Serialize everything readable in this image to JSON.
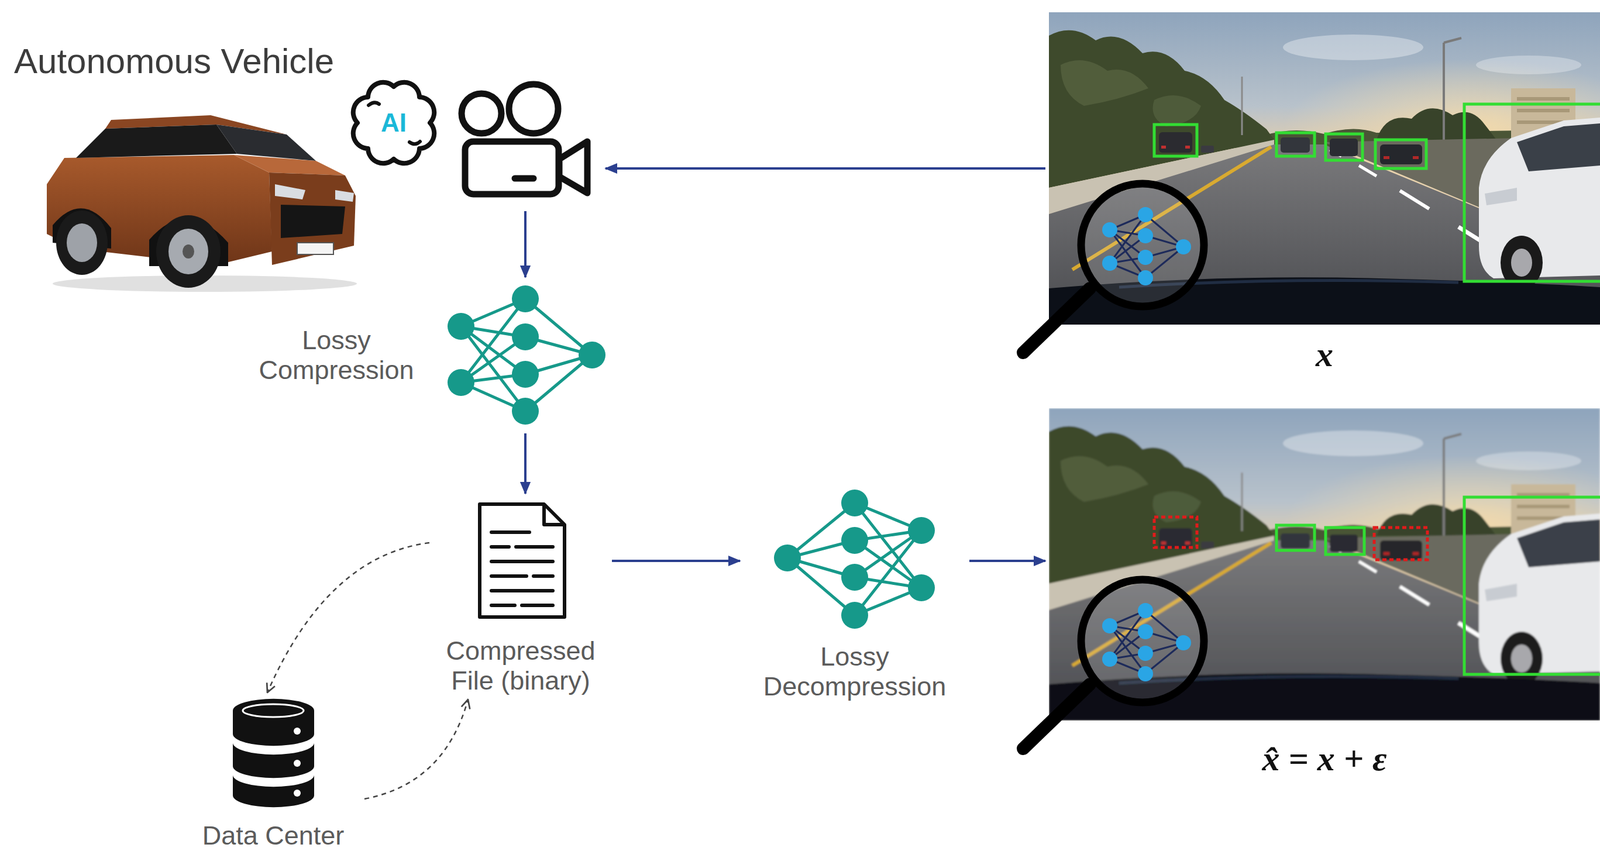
{
  "diagram": {
    "nodes": [
      {
        "text": [
          "Autonomous Vehicle"
        ]
      },
      {
        "text": [
          "x"
        ]
      },
      {
        "text": [
          "Lossy Compression"
        ]
      },
      {
        "text": [
          "Compressed File (binary)"
        ]
      },
      {
        "text": [
          "Lossy Decompression"
        ]
      },
      {
        "text": [
          "x̂ = x + ε"
        ]
      },
      {
        "text": [
          "Data Center"
        ]
      }
    ],
    "edges": [
      {
        "from": 1,
        "to": 0,
        "arrow": "to"
      },
      {
        "from": 0,
        "to": 2,
        "arrow": "to"
      },
      {
        "from": 2,
        "to": 3,
        "arrow": "to"
      },
      {
        "from": 3,
        "to": 4,
        "arrow": "to"
      },
      {
        "from": 4,
        "to": 5,
        "arrow": "to"
      },
      {
        "from": 3,
        "to": 6,
        "arrow": "to"
      },
      {
        "from": 6,
        "to": 3,
        "arrow": "to"
      }
    ],
    "labels": [
      "AI"
    ]
  }
}
